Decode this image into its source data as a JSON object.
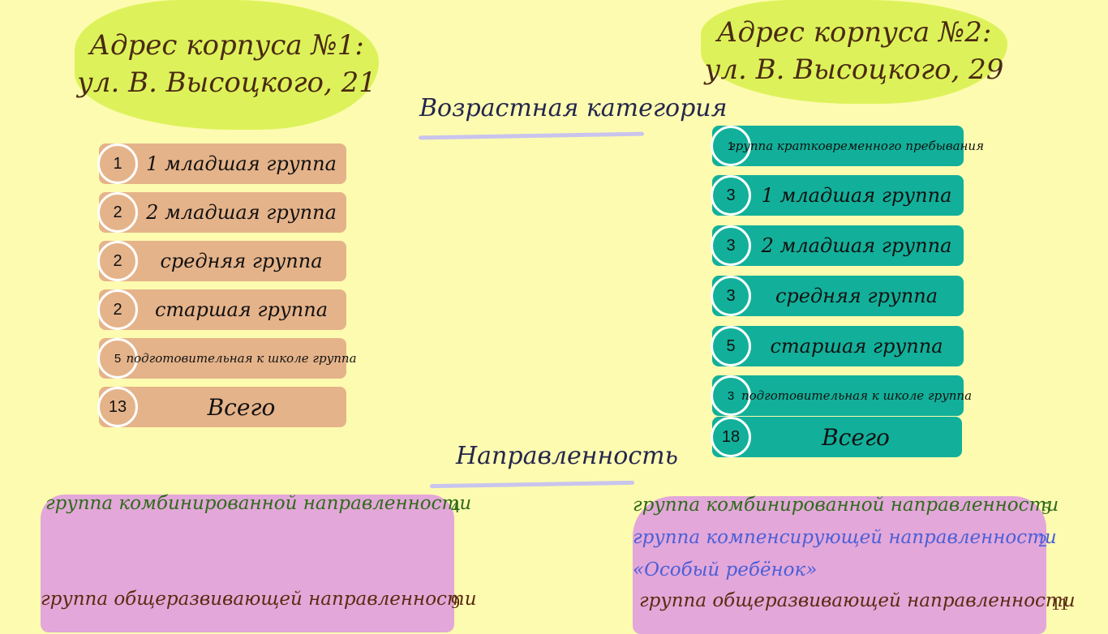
{
  "building1": {
    "line1": "Адрес корпуса №1:",
    "line2": "ул. В. Высоцкого, 21"
  },
  "building2": {
    "line1": "Адрес корпуса №2:",
    "line2": "ул. В. Высоцкого, 29"
  },
  "age_title": "Возрастная категория",
  "direction_title": "Направленность",
  "left_groups": [
    {
      "count": "1",
      "label": "1 младшая группа"
    },
    {
      "count": "2",
      "label": "2 младшая группа"
    },
    {
      "count": "2",
      "label": "средняя группа"
    },
    {
      "count": "2",
      "label": "старшая группа"
    },
    {
      "count": "5",
      "label": "подготовительная к школе группа"
    },
    {
      "count": "13",
      "label": "Всего"
    }
  ],
  "right_groups": [
    {
      "count": "1",
      "label": "группа кратковременного пребывания"
    },
    {
      "count": "3",
      "label": "1 младшая группа"
    },
    {
      "count": "3",
      "label": "2 младшая группа"
    },
    {
      "count": "3",
      "label": "средняя группа"
    },
    {
      "count": "5",
      "label": "старшая группа"
    },
    {
      "count": "3",
      "label": "подготовительная к школе группа"
    },
    {
      "count": "18",
      "label": "Всего"
    }
  ],
  "left_directions": [
    {
      "label": "группа комбинированной направленности",
      "count": "4"
    },
    {
      "label": "группа общеразвивающей направленности",
      "count": "9"
    }
  ],
  "right_directions": [
    {
      "label": "группа комбинированной направленности",
      "count": "5"
    },
    {
      "label": "группа компенсирующей направленности",
      "count": "2"
    },
    {
      "label": "«Особый ребёнок»"
    },
    {
      "label": "группа общеразвивающей направленности",
      "count": "11"
    }
  ],
  "colors": {
    "background": "#fdfbb0",
    "address_blob": "#ddf25a",
    "left_rows": "#e5b38a",
    "right_rows": "#12b09a",
    "direction_area": "#e3a7d9"
  }
}
